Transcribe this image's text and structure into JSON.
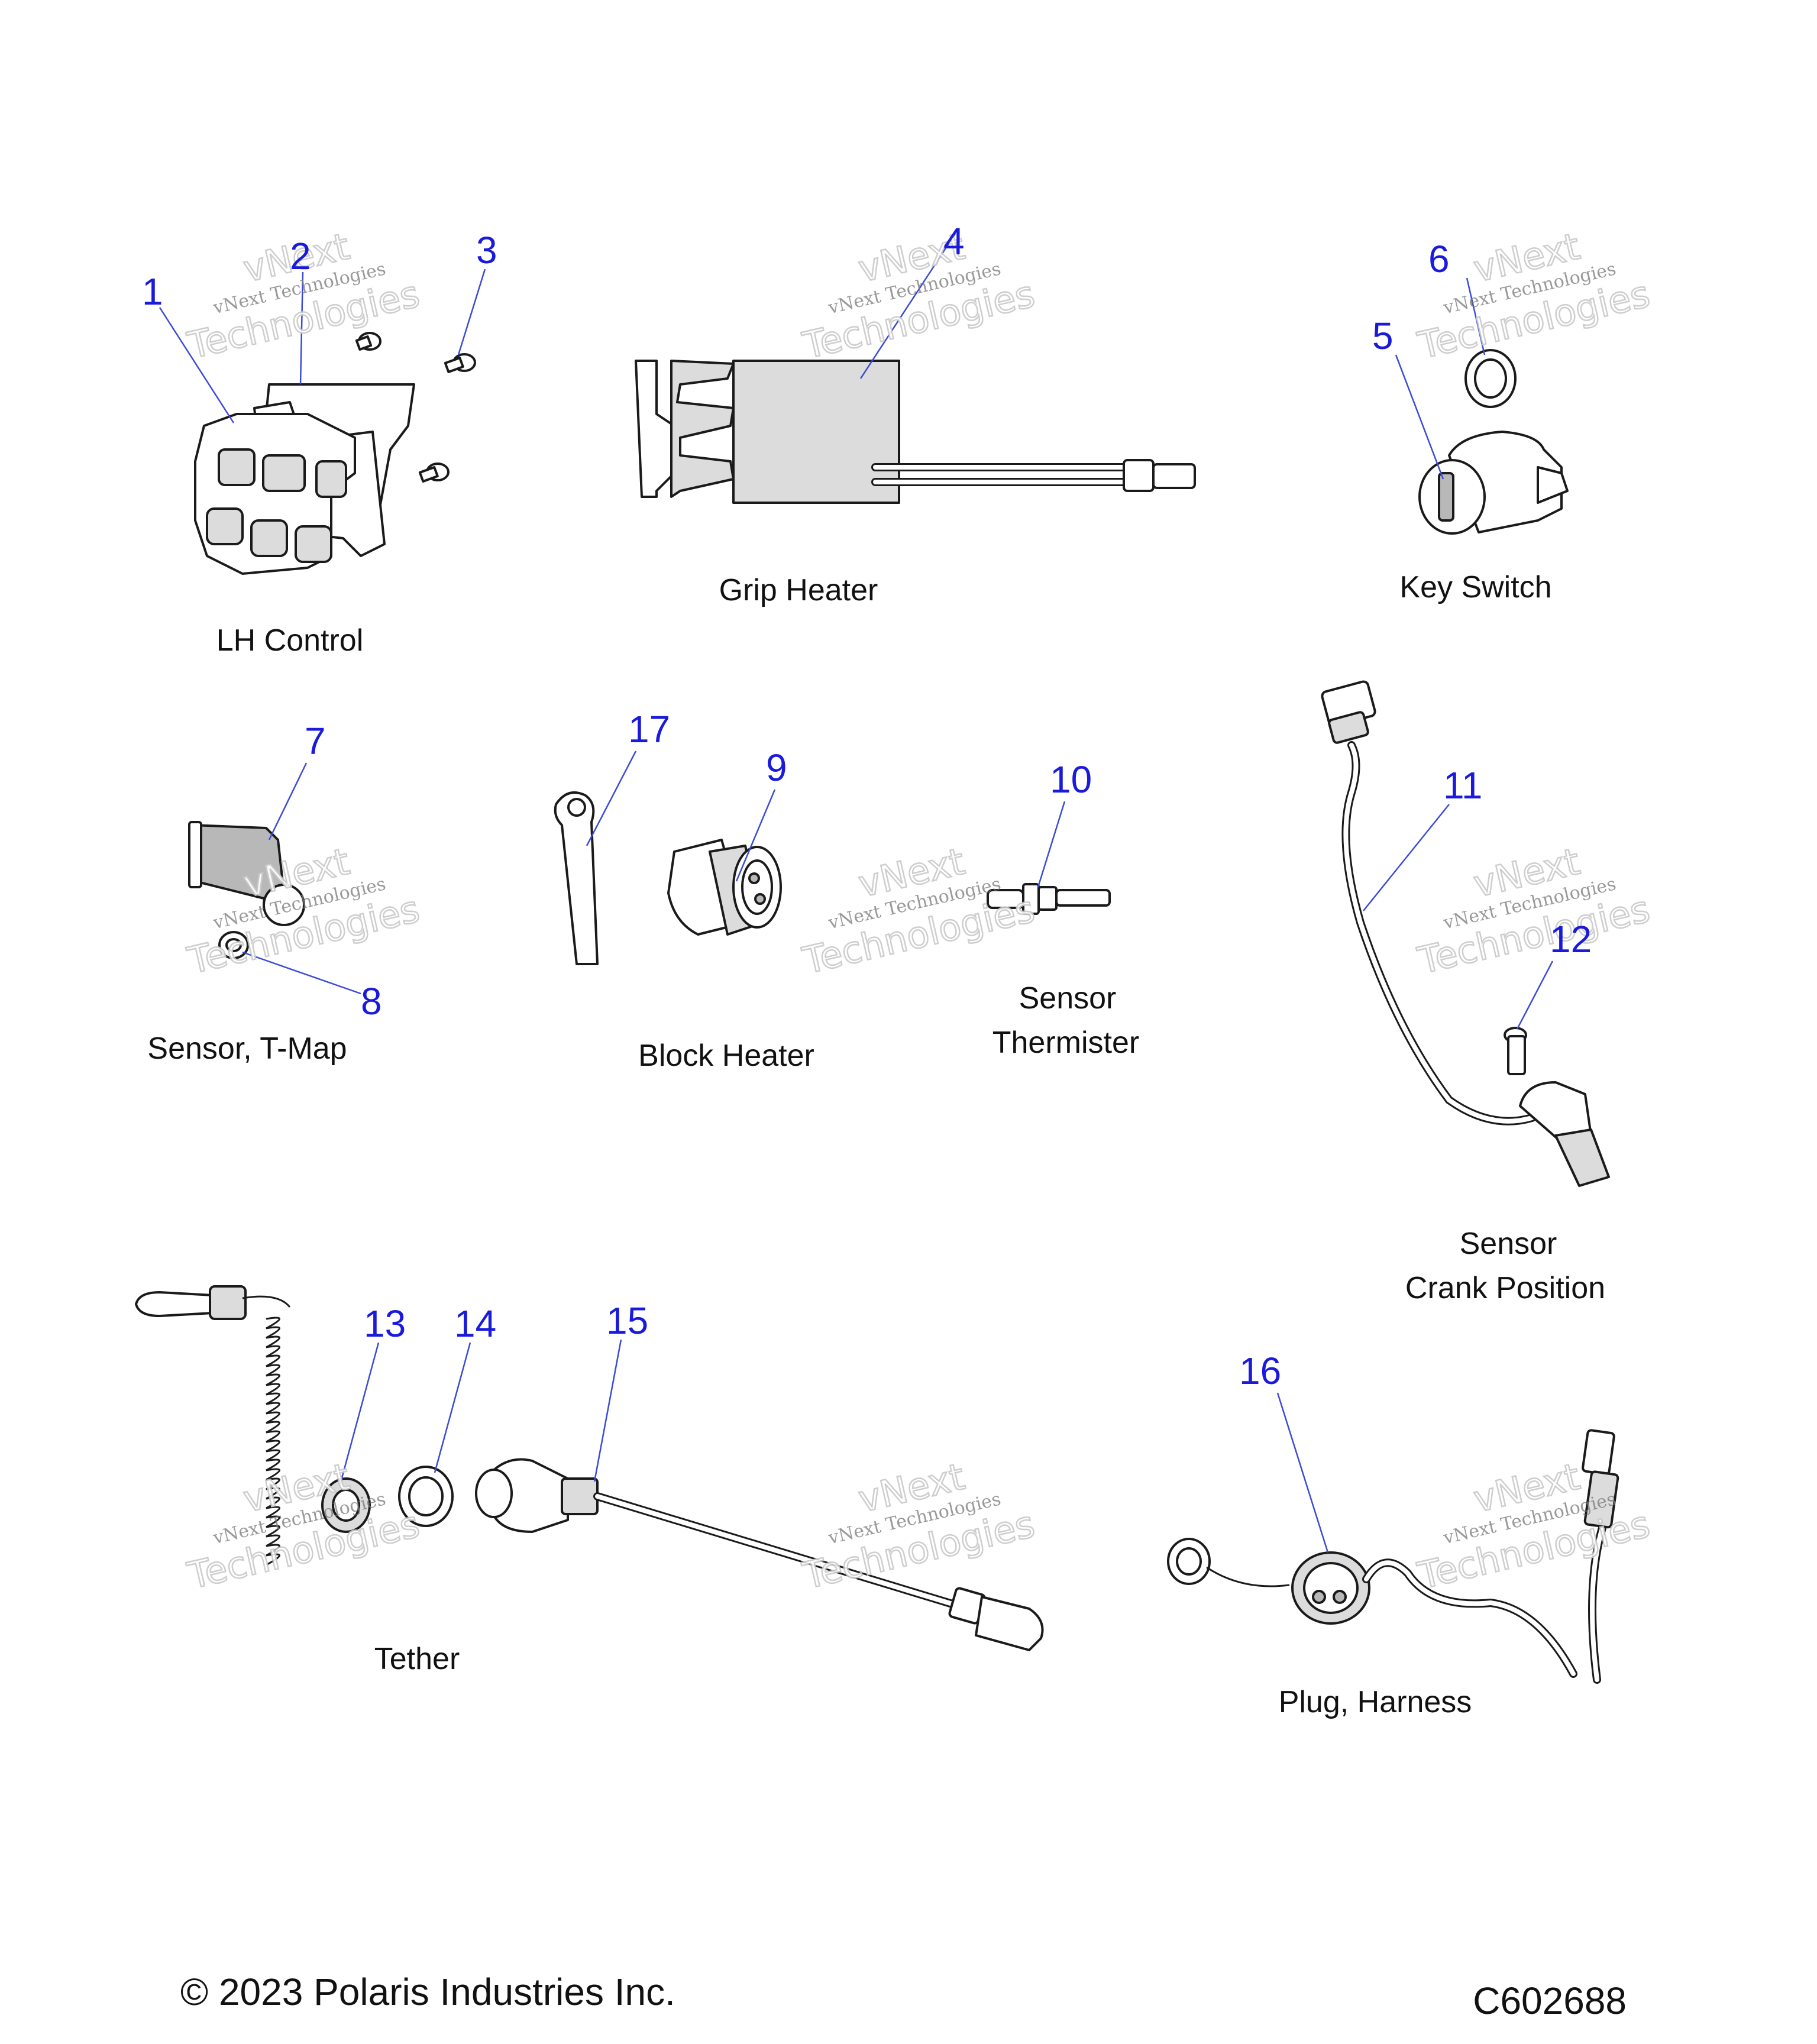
{
  "callouts": [
    {
      "id": "1",
      "label": "1"
    },
    {
      "id": "2",
      "label": "2"
    },
    {
      "id": "3",
      "label": "3"
    },
    {
      "id": "4",
      "label": "4"
    },
    {
      "id": "5",
      "label": "5"
    },
    {
      "id": "6",
      "label": "6"
    },
    {
      "id": "7",
      "label": "7"
    },
    {
      "id": "8",
      "label": "8"
    },
    {
      "id": "9",
      "label": "9"
    },
    {
      "id": "10",
      "label": "10"
    },
    {
      "id": "11",
      "label": "11"
    },
    {
      "id": "12",
      "label": "12"
    },
    {
      "id": "13",
      "label": "13"
    },
    {
      "id": "14",
      "label": "14"
    },
    {
      "id": "15",
      "label": "15"
    },
    {
      "id": "16",
      "label": "16"
    },
    {
      "id": "17",
      "label": "17"
    }
  ],
  "captions": {
    "lh_control": "LH Control",
    "grip_heater": "Grip Heater",
    "key_switch": "Key Switch",
    "sensor_tmap": "Sensor, T-Map",
    "block_heater": "Block Heater",
    "sensor_thermister_1": "Sensor",
    "sensor_thermister_2": "Thermister",
    "sensor_crank_1": "Sensor",
    "sensor_crank_2": "Crank Position",
    "tether": "Tether",
    "plug_harness": "Plug, Harness"
  },
  "footer": {
    "copyright": "© 2023 Polaris Industries Inc.",
    "diagram_id": "C602688"
  },
  "watermark": {
    "line1": "vNext Technologies",
    "line2": "vNext",
    "line3": "Technologies"
  },
  "colors": {
    "callout": "#1a1adc",
    "leader": "#3a4bd6",
    "text": "#111111"
  }
}
